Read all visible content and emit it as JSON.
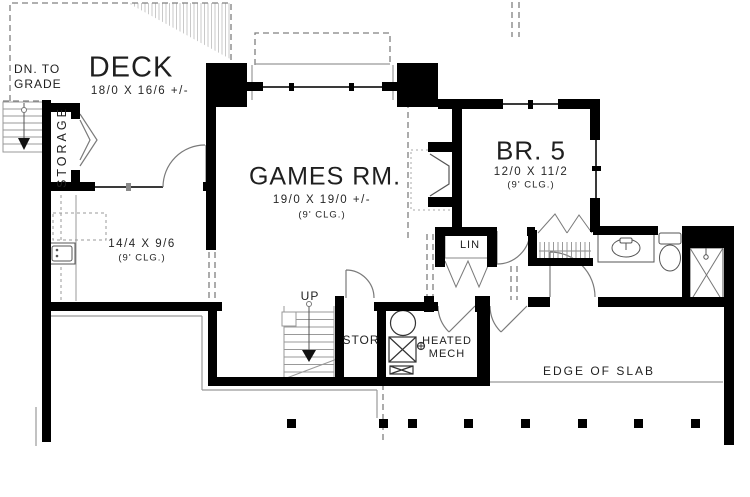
{
  "title": "Lower floor plan",
  "rooms": {
    "deck": {
      "label": "DECK",
      "dims": "18/0 X 16/6 +/-"
    },
    "games": {
      "label": "GAMES RM.",
      "dims": "19/0 X 19/0 +/-",
      "clg": "(9' CLG.)"
    },
    "room14": {
      "dims": "14/4 X 9/6",
      "clg": "(9' CLG.)"
    },
    "br5": {
      "label": "BR. 5",
      "dims": "12/0 X 11/2",
      "clg": "(9' CLG.)"
    },
    "storage": {
      "label": "STORAGE"
    },
    "stor": {
      "label": "STOR"
    },
    "mech": {
      "line1": "HEATED",
      "line2": "MECH"
    },
    "lin": {
      "label": "LIN"
    }
  },
  "annotations": {
    "dn_line1": "DN. TO",
    "dn_line2": "GRADE",
    "up": "UP",
    "edge_of_slab": "EDGE OF SLAB"
  },
  "colors": {
    "wall": "#000000",
    "thin_line": "#999999",
    "dashed_line": "#808080",
    "hatch": "#c9c9c9",
    "text": "#1f1f1f"
  }
}
